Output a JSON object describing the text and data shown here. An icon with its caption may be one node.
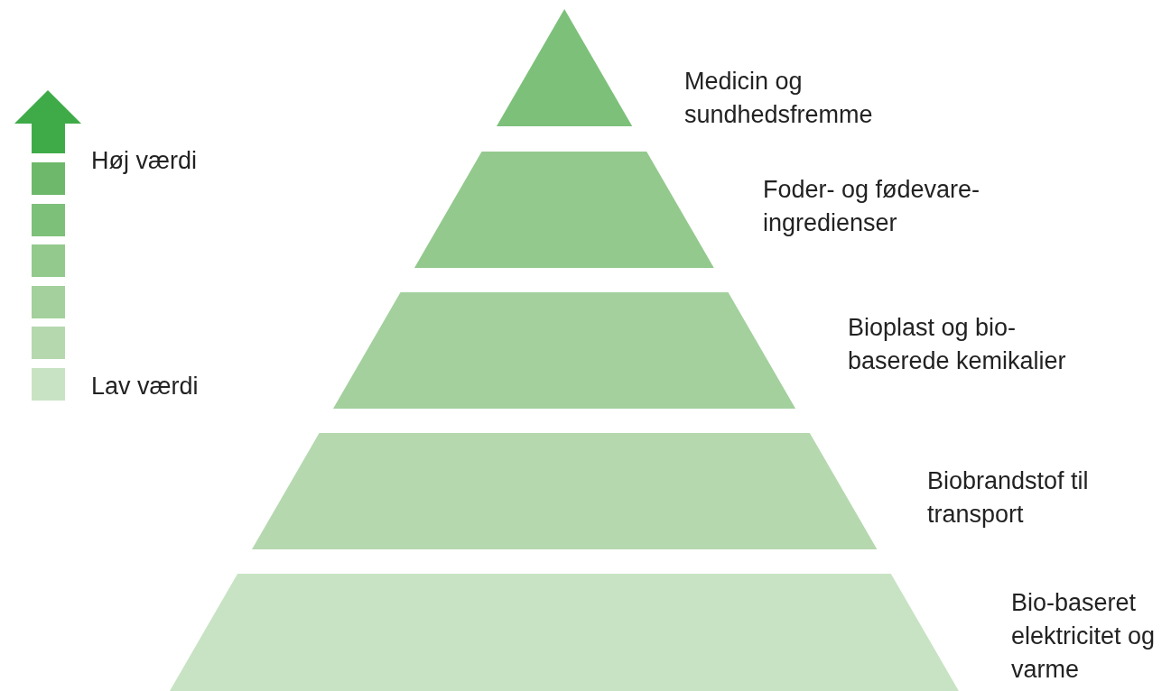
{
  "diagram": {
    "nodes": [
      {
        "text": [
          "Medicin og sundhedsfremme"
        ]
      },
      {
        "text": [
          "Foder- og fødevare-ingredienser"
        ]
      },
      {
        "text": [
          "Bioplast og bio-baserede kemikalier"
        ]
      },
      {
        "text": [
          "Biobrandstof til transport"
        ]
      },
      {
        "text": [
          "Bio-baseret elektricitet og varme"
        ]
      }
    ],
    "labels": [
      "Høj værdi",
      "Lav værdi"
    ]
  }
}
